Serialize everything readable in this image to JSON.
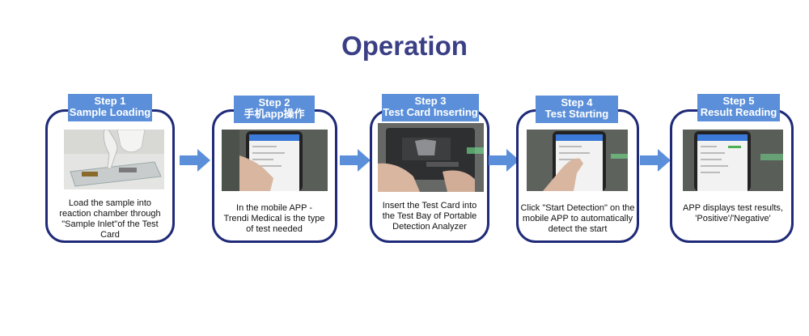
{
  "title": "Operation",
  "accent_color": "#5b8fd9",
  "border_color": "#1f2a78",
  "title_color": "#3a3f86",
  "steps": [
    {
      "step": "Step 1",
      "name": "Sample Loading",
      "description": "Load the sample into reaction chamber through \"Sample Inlet\"of the Test Card"
    },
    {
      "step": "Step 2",
      "name": "手机app操作",
      "description": "In the mobile APP - Trendi Medical is the type of test needed"
    },
    {
      "step": "Step 3",
      "name": "Test Card Inserting",
      "description": "Insert the Test Card into the Test Bay of Portable Detection Analyzer"
    },
    {
      "step": "Step 4",
      "name": "Test Starting",
      "description": "Click \"Start Detection\" on the mobile APP to automatically detect the start"
    },
    {
      "step": "Step 5",
      "name": "Result Reading",
      "description": "APP displays test results, 'Positive'/'Negative'"
    }
  ]
}
